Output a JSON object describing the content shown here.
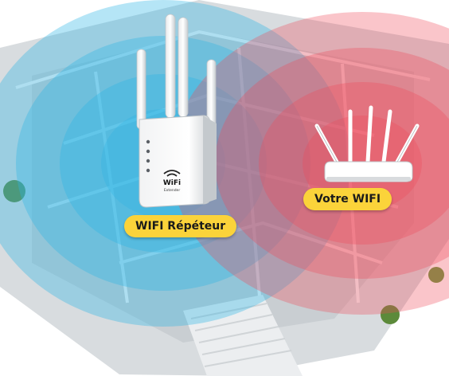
{
  "labels": {
    "repeater": "WIFI Répéteur",
    "router": "Votre WIFI"
  },
  "device": {
    "repeater_brand_text": "WiFi",
    "repeater_sub_text": "Extender"
  },
  "colors": {
    "repeater_wave": "#2ab4e6",
    "router_wave": "#f04a5a",
    "pill": "#fbd33a",
    "floor": "#d9dde0"
  }
}
